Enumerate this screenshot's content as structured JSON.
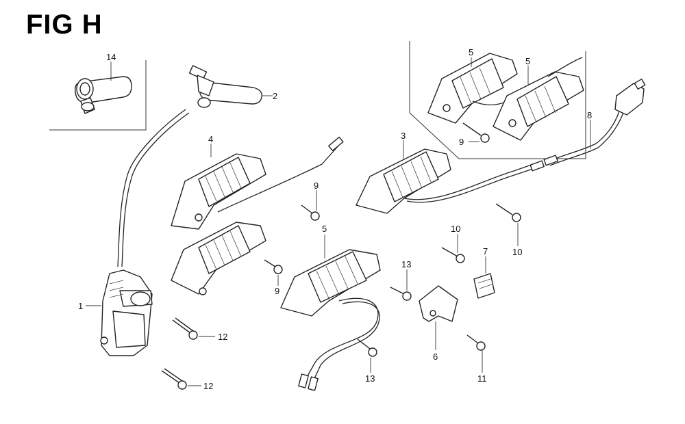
{
  "figure": {
    "title": "FIG H"
  },
  "callouts": [
    {
      "id": "c14",
      "text": "14"
    },
    {
      "id": "c2",
      "text": "2"
    },
    {
      "id": "c4",
      "text": "4"
    },
    {
      "id": "c1",
      "text": "1"
    },
    {
      "id": "c12a",
      "text": "12"
    },
    {
      "id": "c12b",
      "text": "12"
    },
    {
      "id": "c9a",
      "text": "9"
    },
    {
      "id": "c9b",
      "text": "9"
    },
    {
      "id": "c5a",
      "text": "5"
    },
    {
      "id": "c13a",
      "text": "13"
    },
    {
      "id": "c13b",
      "text": "13"
    },
    {
      "id": "c3",
      "text": "3"
    },
    {
      "id": "c10a",
      "text": "10"
    },
    {
      "id": "c10b",
      "text": "10"
    },
    {
      "id": "c7",
      "text": "7"
    },
    {
      "id": "c6",
      "text": "6"
    },
    {
      "id": "c11",
      "text": "11"
    },
    {
      "id": "c5b",
      "text": "5"
    },
    {
      "id": "c5c",
      "text": "5"
    },
    {
      "id": "c9c",
      "text": "9"
    },
    {
      "id": "c8",
      "text": "8"
    }
  ]
}
